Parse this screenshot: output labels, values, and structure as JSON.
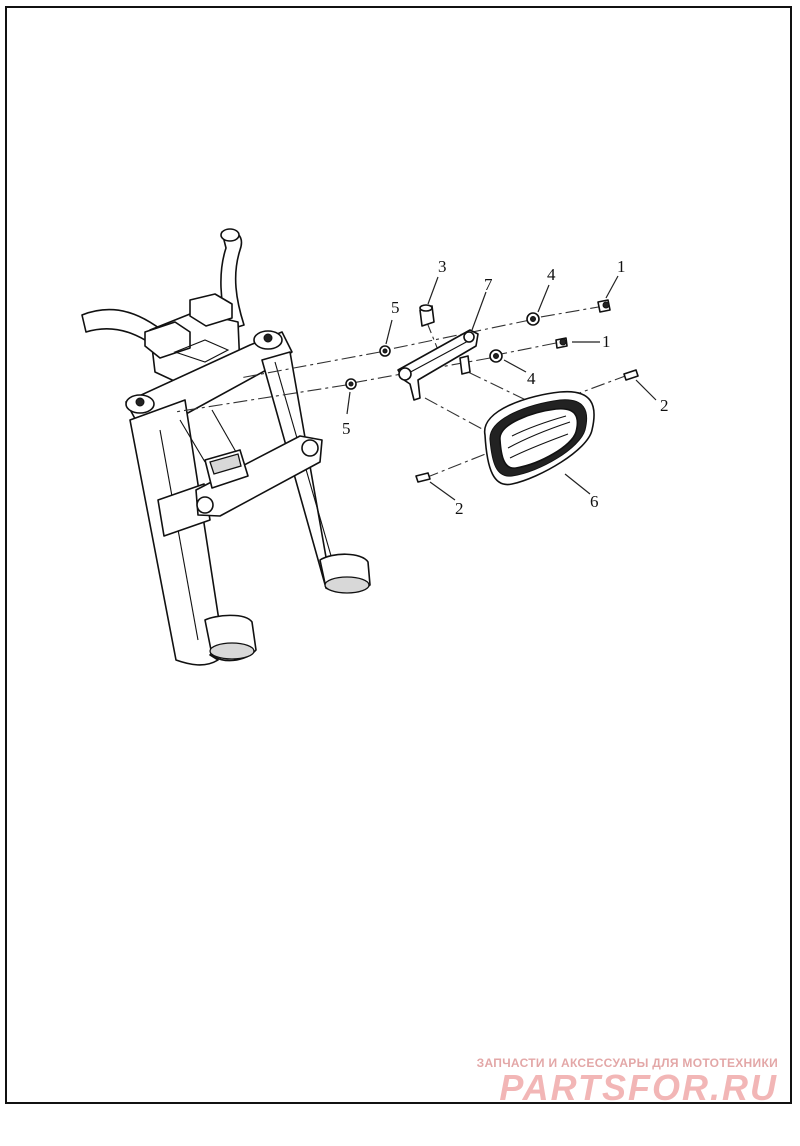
{
  "callouts": [
    {
      "label": "1"
    },
    {
      "label": "1"
    },
    {
      "label": "2"
    },
    {
      "label": "2"
    },
    {
      "label": "3"
    },
    {
      "label": "4"
    },
    {
      "label": "4"
    },
    {
      "label": "5"
    },
    {
      "label": "5"
    },
    {
      "label": "6"
    },
    {
      "label": "7"
    }
  ],
  "watermark": {
    "tagline": "ЗАПЧАСТИ И АКСЕССУАРЫ ДЛЯ МОТОТЕХНИКИ",
    "logo": "PARTSFOR.RU"
  },
  "colors": {
    "ink": "#111111",
    "watermark": "#f2b6b6"
  }
}
